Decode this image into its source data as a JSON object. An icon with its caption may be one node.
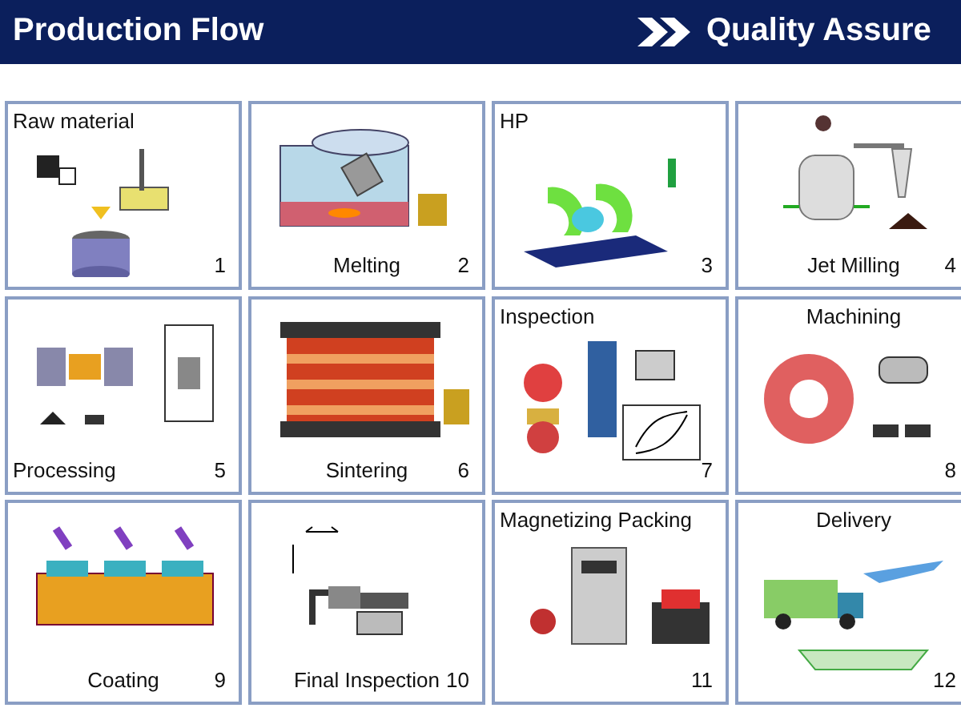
{
  "diagram": {
    "title": "Production Flow",
    "nodes": [
      {
        "text": [
          "Raw material",
          "1"
        ]
      },
      {
        "text": [
          "Melting",
          "2"
        ]
      },
      {
        "text": [
          "HP",
          "3"
        ]
      },
      {
        "text": [
          "Jet Milling",
          "4"
        ]
      },
      {
        "text": [
          "Processing",
          "5"
        ]
      },
      {
        "text": [
          "Sintering",
          "6"
        ]
      },
      {
        "text": [
          "Inspection",
          "7"
        ]
      },
      {
        "text": [
          "Machining",
          "8"
        ]
      },
      {
        "text": [
          "Coating",
          "9"
        ]
      },
      {
        "text": [
          "Final Inspection",
          "10"
        ]
      },
      {
        "text": [
          "Magnetizing Packing",
          "11"
        ]
      },
      {
        "text": [
          "Delivery",
          "12"
        ]
      }
    ],
    "labels": [
      "Quality Assure"
    ]
  }
}
